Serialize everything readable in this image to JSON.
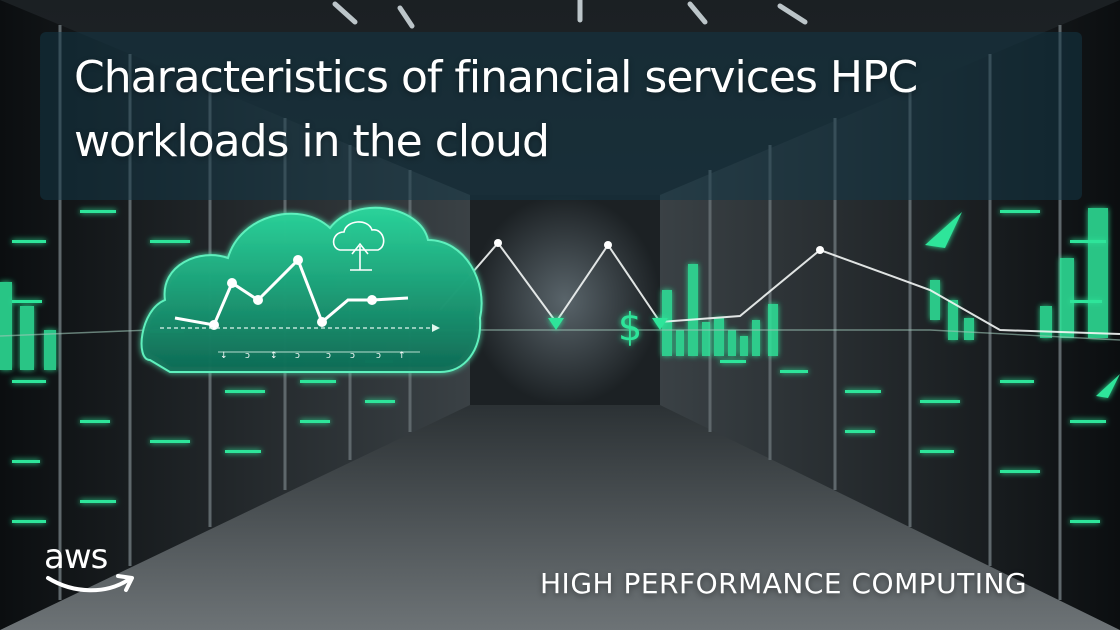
{
  "banner": {
    "title": "Characteristics of financial services HPC workloads in the cloud",
    "tagline": "HIGH PERFORMANCE COMPUTING",
    "logo_text": "aws"
  },
  "colors": {
    "accent_green": "#2ee59a",
    "cloud_teal": "#1fa37a",
    "title_panel": "#143746",
    "text": "#ffffff"
  },
  "icons": {
    "cloud": "cloud-icon",
    "dollar": "dollar-sign-icon",
    "upload": "cloud-upload-icon"
  }
}
